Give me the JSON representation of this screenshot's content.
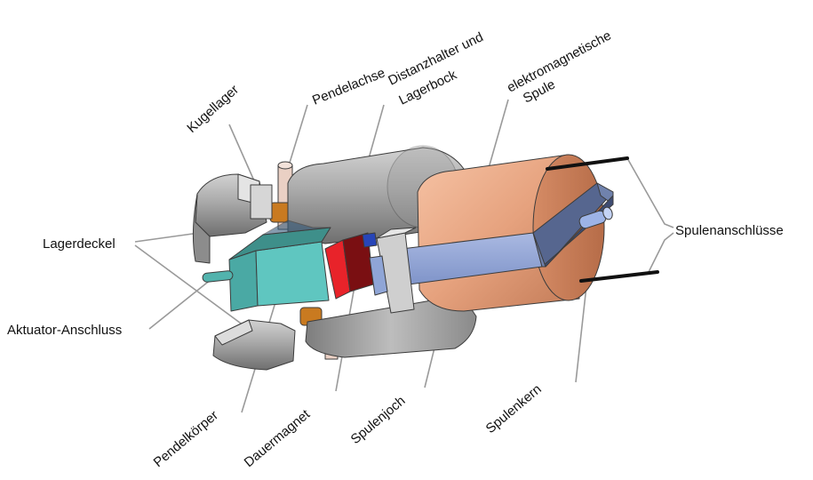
{
  "labels": {
    "kugellager": "Kugellager",
    "pendelachse": "Pendelachse",
    "distanzhalter_1": "Distanzhalter und",
    "distanzhalter_2": "Lagerbock",
    "spule_1": "elektromagnetische",
    "spule_2": "Spule",
    "lagerdeckel": "Lagerdeckel",
    "spulenanschluesse": "Spulenanschlüsse",
    "aktuator": "Aktuator-Anschluss",
    "pendelkoerper": "Pendelkörper",
    "dauermagnet": "Dauermagnet",
    "spulenjoch": "Spulenjoch",
    "spulenkern": "Spulenkern"
  },
  "colors": {
    "housing_gray": "#a8a8a8",
    "coil_copper": "#e6a27e",
    "pendulum_teal": "#5fc6c0",
    "magnet_red": "#e8232a",
    "magnet_dark_red": "#7a0f12",
    "magnet_blue": "#2745b8",
    "yoke_blue": "#8fa5d6",
    "yoke_dark": "#4a5a82",
    "bearing_orange": "#c97a20"
  }
}
